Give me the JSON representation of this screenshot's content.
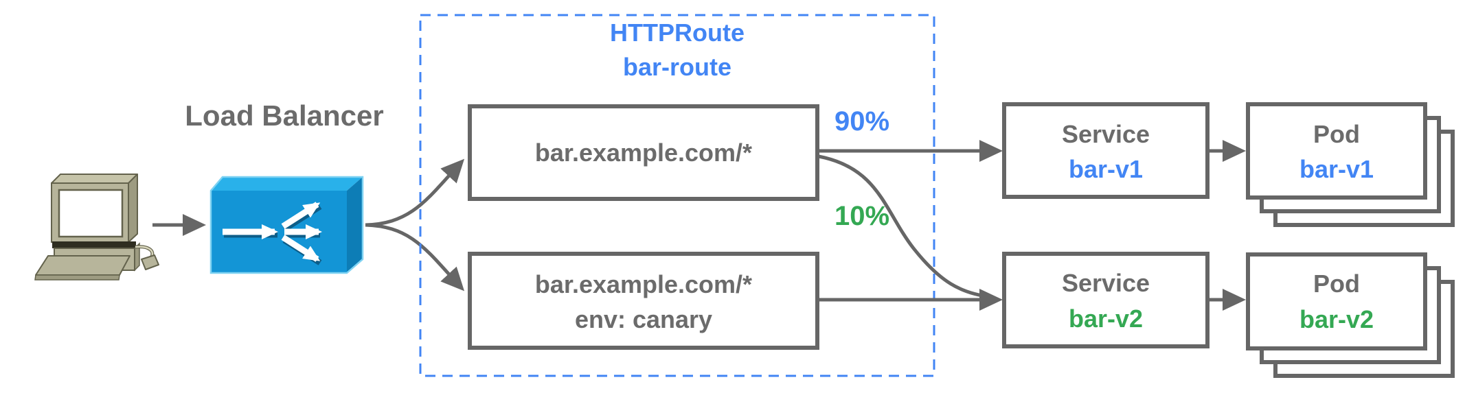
{
  "colors": {
    "blue": "#4285f4",
    "green": "#34a853",
    "gray_text": "#6b6b6b",
    "box_border": "#666666",
    "arrow": "#666666",
    "lb_front": "#1395d6",
    "lb_top": "#29b1ea",
    "lb_side": "#0d7db6",
    "computer_body": "#b7b59b"
  },
  "labels": {
    "load_balancer": "Load Balancer"
  },
  "http_route": {
    "kind": "HTTPRoute",
    "name": "bar-route"
  },
  "routes": [
    {
      "host": "bar.example.com/*",
      "weight": "90%"
    },
    {
      "host": "bar.example.com/*",
      "header_match": "env: canary",
      "weight": "10%"
    }
  ],
  "services": [
    {
      "kind": "Service",
      "name": "bar-v1"
    },
    {
      "kind": "Service",
      "name": "bar-v2"
    }
  ],
  "pods": [
    {
      "kind": "Pod",
      "name": "bar-v1",
      "replica_cards": 3
    },
    {
      "kind": "Pod",
      "name": "bar-v2",
      "replica_cards": 3
    }
  ]
}
